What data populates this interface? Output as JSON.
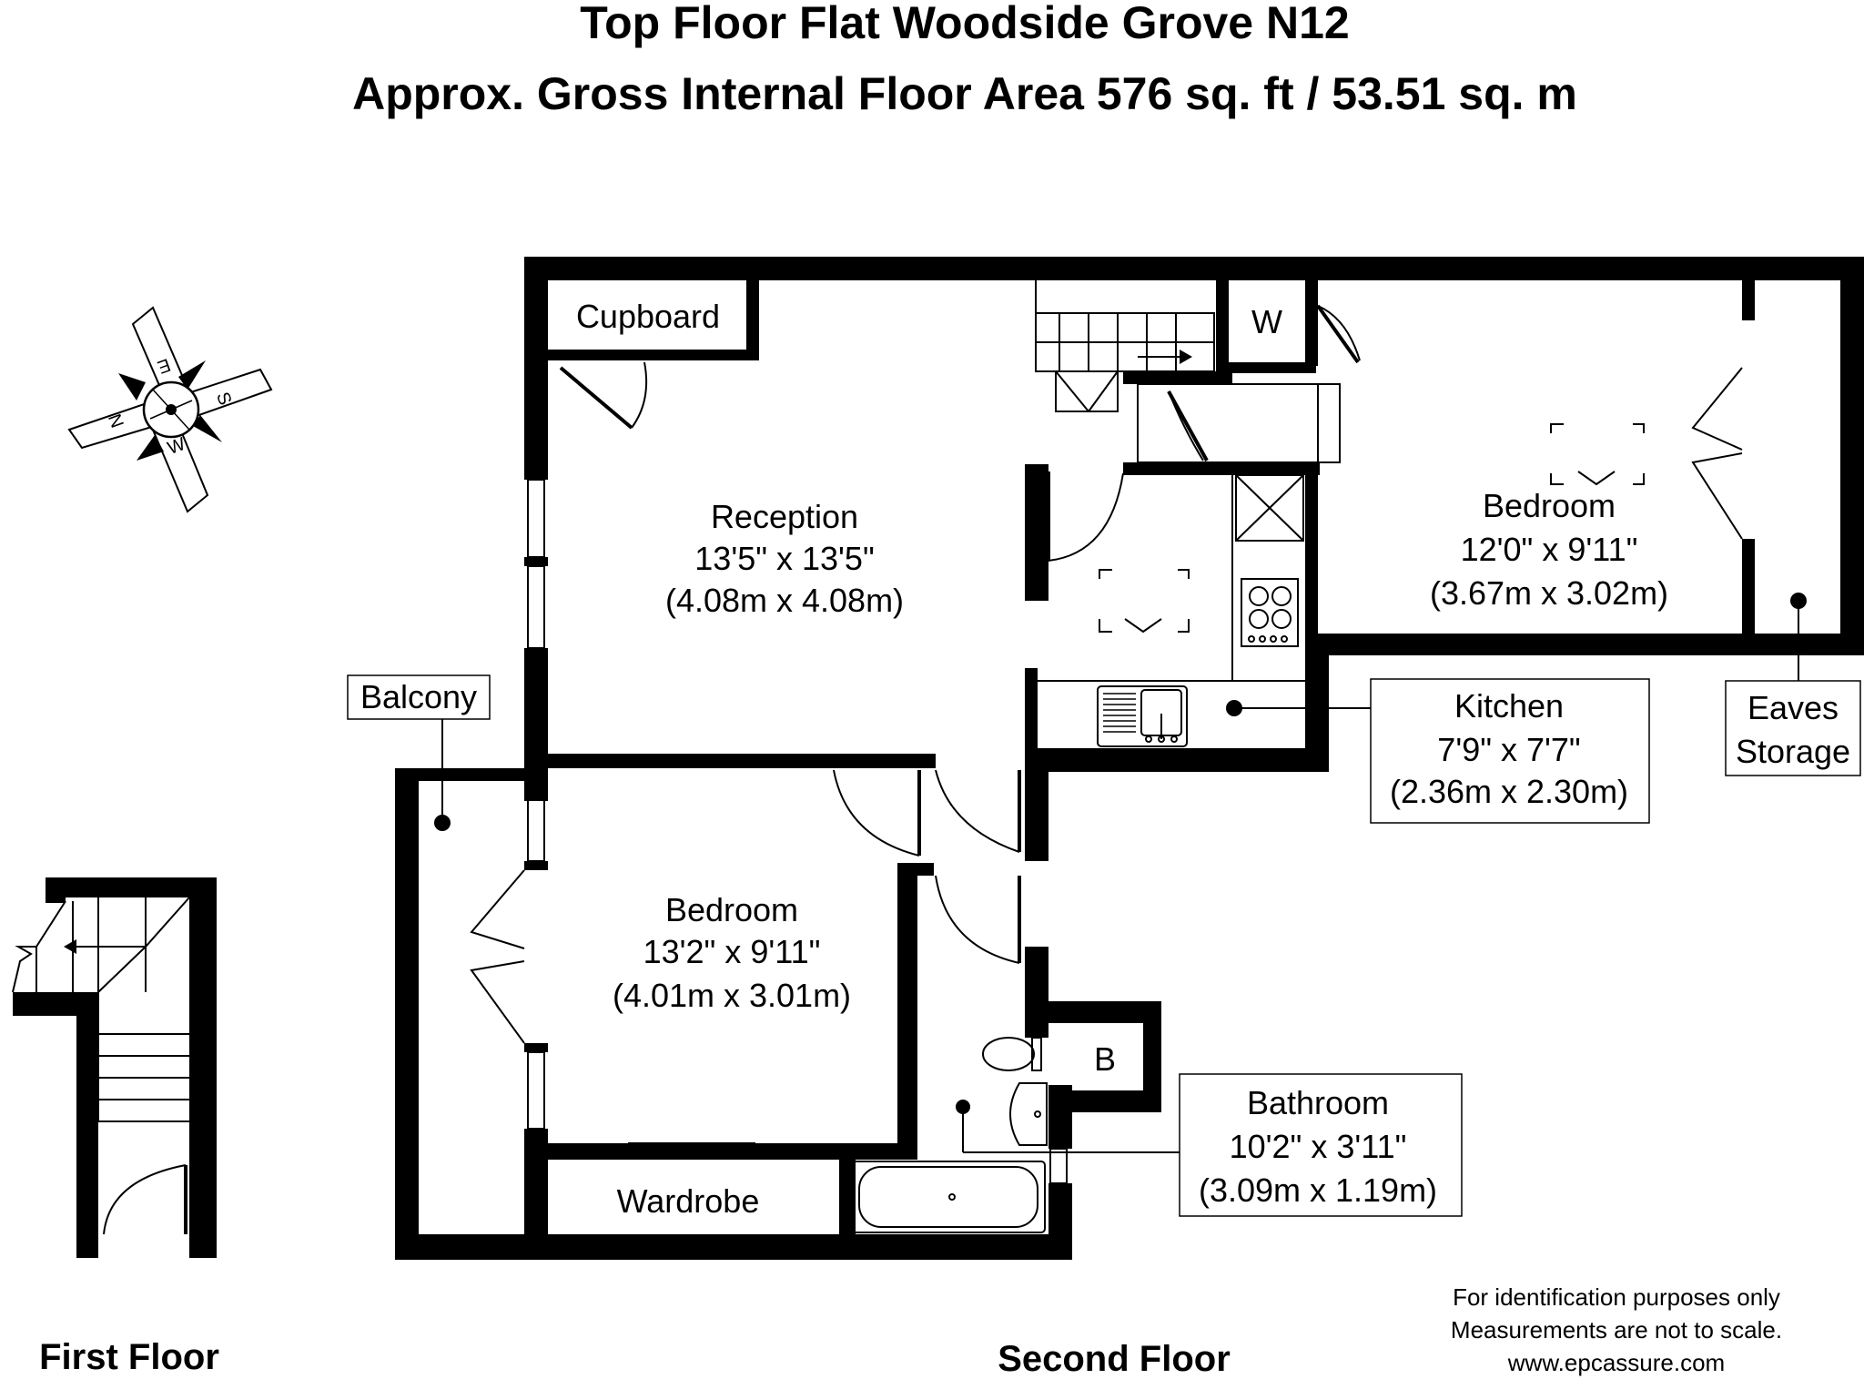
{
  "title": {
    "line1": "Top Floor Flat Woodside Grove N12",
    "line2": "Approx. Gross Internal Floor Area 576 sq. ft / 53.51 sq. m"
  },
  "compass": {
    "n": "N",
    "e": "E",
    "s": "S",
    "w": "W"
  },
  "rooms": {
    "cupboard": "Cupboard",
    "w": "W",
    "reception": {
      "name": "Reception",
      "imperial": "13'5\" x 13'5\"",
      "metric": "(4.08m x 4.08m)"
    },
    "bedroom_top": {
      "name": "Bedroom",
      "imperial": "12'0\" x 9'11\"",
      "metric": "(3.67m x 3.02m)"
    },
    "bedroom_main": {
      "name": "Bedroom",
      "imperial": "13'2\" x 9'11\"",
      "metric": "(4.01m x 3.01m)"
    },
    "kitchen": {
      "name": "Kitchen",
      "imperial": "7'9\" x 7'7\"",
      "metric": "(2.36m x 2.30m)"
    },
    "bathroom": {
      "name": "Bathroom",
      "imperial": "10'2\" x 3'11\"",
      "metric": "(3.09m x 1.19m)"
    },
    "balcony": "Balcony",
    "eaves": {
      "line1": "Eaves",
      "line2": "Storage"
    },
    "wardrobe": "Wardrobe",
    "b": "B"
  },
  "floors": {
    "first": "First Floor",
    "second": "Second Floor"
  },
  "disclaimer": {
    "line1": "For identification purposes only",
    "line2": "Measurements are not to scale.",
    "line3": "www.epcassure.com"
  }
}
